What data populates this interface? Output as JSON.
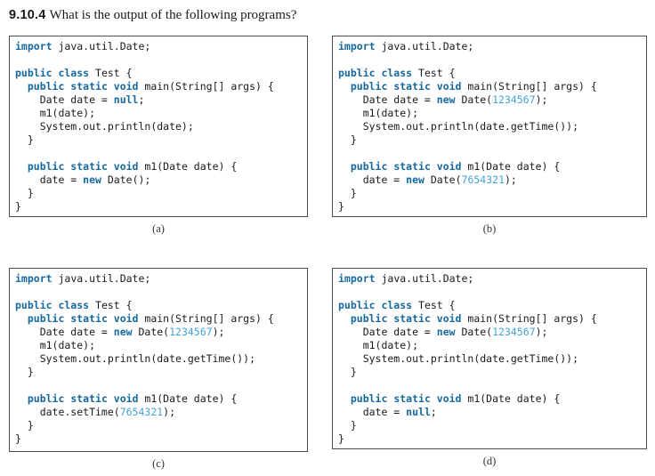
{
  "title": {
    "number": "9.10.4",
    "question": "What is the output of the following programs?"
  },
  "colors": {
    "keyword": "#16689f",
    "number": "#44a3d9",
    "code_text": "#1a1a1a",
    "box_border": "#4d4d4d",
    "background": "#ffffff"
  },
  "panels": [
    {
      "label": "(a)",
      "code": [
        [
          [
            "k",
            "import"
          ],
          [
            "p",
            " java.util.Date;"
          ]
        ],
        [],
        [
          [
            "k",
            "public class"
          ],
          [
            "p",
            " Test {"
          ]
        ],
        [
          [
            "p",
            "  "
          ],
          [
            "k",
            "public static void"
          ],
          [
            "p",
            " main(String[] args) {"
          ]
        ],
        [
          [
            "p",
            "    Date date = "
          ],
          [
            "k",
            "null"
          ],
          [
            "p",
            ";"
          ]
        ],
        [
          [
            "p",
            "    m1(date);"
          ]
        ],
        [
          [
            "p",
            "    System.out.println(date);"
          ]
        ],
        [
          [
            "p",
            "  }"
          ]
        ],
        [],
        [
          [
            "p",
            "  "
          ],
          [
            "k",
            "public static void"
          ],
          [
            "p",
            " m1(Date date) {"
          ]
        ],
        [
          [
            "p",
            "    date = "
          ],
          [
            "k",
            "new"
          ],
          [
            "p",
            " Date();"
          ]
        ],
        [
          [
            "p",
            "  }"
          ]
        ],
        [
          [
            "p",
            "}"
          ]
        ]
      ]
    },
    {
      "label": "(b)",
      "code": [
        [
          [
            "k",
            "import"
          ],
          [
            "p",
            " java.util.Date;"
          ]
        ],
        [],
        [
          [
            "k",
            "public class"
          ],
          [
            "p",
            " Test {"
          ]
        ],
        [
          [
            "p",
            "  "
          ],
          [
            "k",
            "public static void"
          ],
          [
            "p",
            " main(String[] args) {"
          ]
        ],
        [
          [
            "p",
            "    Date date = "
          ],
          [
            "k",
            "new"
          ],
          [
            "p",
            " Date("
          ],
          [
            "n",
            "1234567"
          ],
          [
            "p",
            ");"
          ]
        ],
        [
          [
            "p",
            "    m1(date);"
          ]
        ],
        [
          [
            "p",
            "    System.out.println(date.getTime());"
          ]
        ],
        [
          [
            "p",
            "  }"
          ]
        ],
        [],
        [
          [
            "p",
            "  "
          ],
          [
            "k",
            "public static void"
          ],
          [
            "p",
            " m1(Date date) {"
          ]
        ],
        [
          [
            "p",
            "    date = "
          ],
          [
            "k",
            "new"
          ],
          [
            "p",
            " Date("
          ],
          [
            "n",
            "7654321"
          ],
          [
            "p",
            ");"
          ]
        ],
        [
          [
            "p",
            "  }"
          ]
        ],
        [
          [
            "p",
            "}"
          ]
        ]
      ]
    },
    {
      "label": "(c)",
      "code": [
        [
          [
            "k",
            "import"
          ],
          [
            "p",
            " java.util.Date;"
          ]
        ],
        [],
        [
          [
            "k",
            "public class"
          ],
          [
            "p",
            " Test {"
          ]
        ],
        [
          [
            "p",
            "  "
          ],
          [
            "k",
            "public static void"
          ],
          [
            "p",
            " main(String[] args) {"
          ]
        ],
        [
          [
            "p",
            "    Date date = "
          ],
          [
            "k",
            "new"
          ],
          [
            "p",
            " Date("
          ],
          [
            "n",
            "1234567"
          ],
          [
            "p",
            ");"
          ]
        ],
        [
          [
            "p",
            "    m1(date);"
          ]
        ],
        [
          [
            "p",
            "    System.out.println(date.getTime());"
          ]
        ],
        [
          [
            "p",
            "  }"
          ]
        ],
        [],
        [
          [
            "p",
            "  "
          ],
          [
            "k",
            "public static void"
          ],
          [
            "p",
            " m1(Date date) {"
          ]
        ],
        [
          [
            "p",
            "    date.setTime("
          ],
          [
            "n",
            "7654321"
          ],
          [
            "p",
            ");"
          ]
        ],
        [
          [
            "p",
            "  }"
          ]
        ],
        [
          [
            "p",
            "}"
          ]
        ]
      ]
    },
    {
      "label": "(d)",
      "code": [
        [
          [
            "k",
            "import"
          ],
          [
            "p",
            " java.util.Date;"
          ]
        ],
        [],
        [
          [
            "k",
            "public class"
          ],
          [
            "p",
            " Test {"
          ]
        ],
        [
          [
            "p",
            "  "
          ],
          [
            "k",
            "public static void"
          ],
          [
            "p",
            " main(String[] args) {"
          ]
        ],
        [
          [
            "p",
            "    Date date = "
          ],
          [
            "k",
            "new"
          ],
          [
            "p",
            " Date("
          ],
          [
            "n",
            "1234567"
          ],
          [
            "p",
            ");"
          ]
        ],
        [
          [
            "p",
            "    m1(date);"
          ]
        ],
        [
          [
            "p",
            "    System.out.println(date.getTime());"
          ]
        ],
        [
          [
            "p",
            "  }"
          ]
        ],
        [],
        [
          [
            "p",
            "  "
          ],
          [
            "k",
            "public static void"
          ],
          [
            "p",
            " m1(Date date) {"
          ]
        ],
        [
          [
            "p",
            "    date = "
          ],
          [
            "k",
            "null"
          ],
          [
            "p",
            ";"
          ]
        ],
        [
          [
            "p",
            "  }"
          ]
        ],
        [
          [
            "p",
            "}"
          ]
        ]
      ]
    }
  ]
}
